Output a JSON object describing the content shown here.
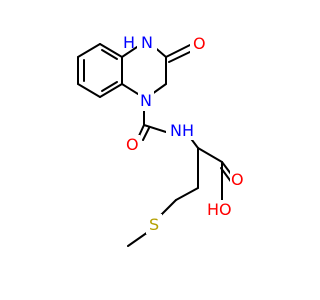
{
  "molecule": {
    "atoms": {
      "nh_ring": {
        "text": "H",
        "hydrogen": "H",
        "element": "N",
        "color": "#0000ff"
      },
      "o_ketone": {
        "text": "O",
        "element": "O",
        "color": "#ff0000"
      },
      "n_ring": {
        "text": "N",
        "element": "N",
        "color": "#0000ff"
      },
      "nh_amide": {
        "text": "N",
        "hydrogen": "H",
        "element": "N",
        "color": "#0000ff"
      },
      "o_amide": {
        "text": "O",
        "element": "O",
        "color": "#ff0000"
      },
      "o_acid_carbonyl": {
        "text": "O",
        "element": "O",
        "color": "#ff0000"
      },
      "oh_acid": {
        "text": "HO",
        "element": "O",
        "color": "#ff0000"
      },
      "s_thioether": {
        "text": "S",
        "element": "S",
        "color": "#b5a000"
      }
    },
    "bond_color": "#000000"
  }
}
